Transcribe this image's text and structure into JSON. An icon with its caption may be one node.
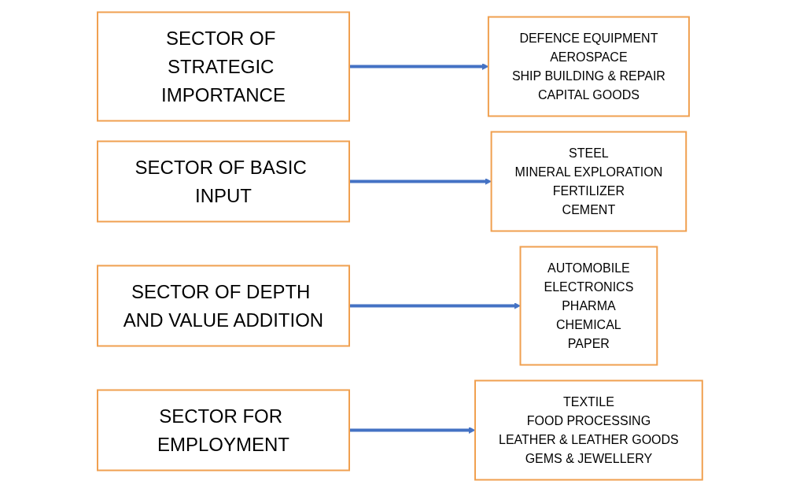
{
  "diagram": {
    "nodes": [
      {
        "text": [
          "SECTOR OF STRATEGIC IMPORTANCE"
        ]
      },
      {
        "text": [
          "DEFENCE EQUIPMENT",
          "AEROSPACE",
          "SHIP BUILDING & REPAIR",
          "CAPITAL GOODS"
        ]
      },
      {
        "text": [
          "SECTOR OF BASIC INPUT"
        ]
      },
      {
        "text": [
          "STEEL",
          "MINERAL EXPLORATION",
          "FERTILIZER",
          "CEMENT"
        ]
      },
      {
        "text": [
          "SECTOR OF DEPTH AND VALUE ADDITION"
        ]
      },
      {
        "text": [
          "AUTOMOBILE",
          "ELECTRONICS",
          "PHARMA",
          "CHEMICAL",
          "PAPER"
        ]
      },
      {
        "text": [
          "SECTOR FOR EMPLOYMENT"
        ]
      },
      {
        "text": [
          "TEXTILE",
          "FOOD PROCESSING",
          "LEATHER & LEATHER GOODS",
          "GEMS & JEWELLERY"
        ]
      }
    ],
    "edges": [
      {
        "from": 0,
        "to": 1,
        "arrow": "to",
        "color": "#4472c4"
      },
      {
        "from": 2,
        "to": 3,
        "arrow": "to",
        "color": "#4472c4"
      },
      {
        "from": 4,
        "to": 5,
        "arrow": "to",
        "color": "#4472c4"
      },
      {
        "from": 6,
        "to": 7,
        "arrow": "to",
        "color": "#4472c4"
      }
    ]
  }
}
